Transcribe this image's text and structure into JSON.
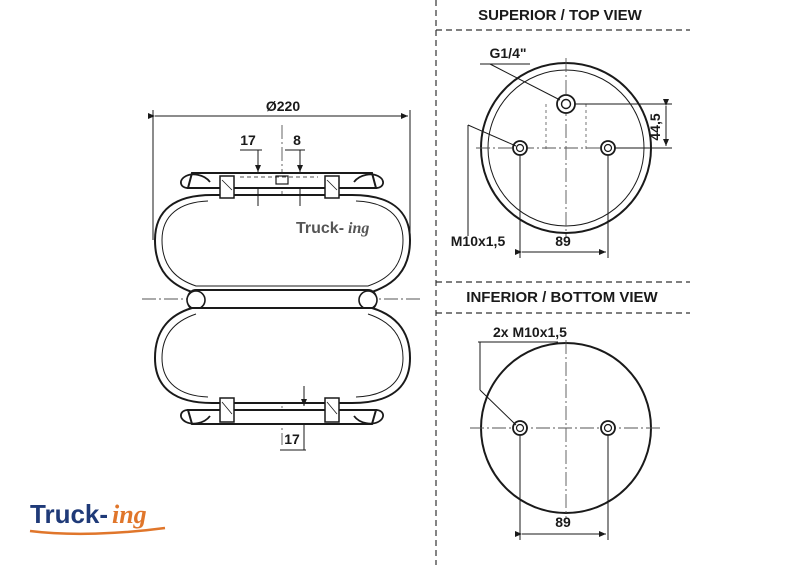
{
  "views": {
    "top_title": "SUPERIOR / TOP VIEW",
    "bottom_title": "INFERIOR / BOTTOM VIEW"
  },
  "side_view": {
    "diameter": "Ø220",
    "top_offset": "17",
    "top_port_width": "8",
    "bottom_offset": "17"
  },
  "top_view": {
    "port": "G1/4\"",
    "thread": "M10x1,5",
    "spacing": "89",
    "offset": "44,5"
  },
  "bottom_view": {
    "thread": "2x M10x1,5",
    "spacing": "89"
  },
  "brand": {
    "logo_main": "Truck-",
    "logo_suffix": "ing",
    "main_color": "#1f3a78",
    "accent_color": "#e0762b"
  }
}
